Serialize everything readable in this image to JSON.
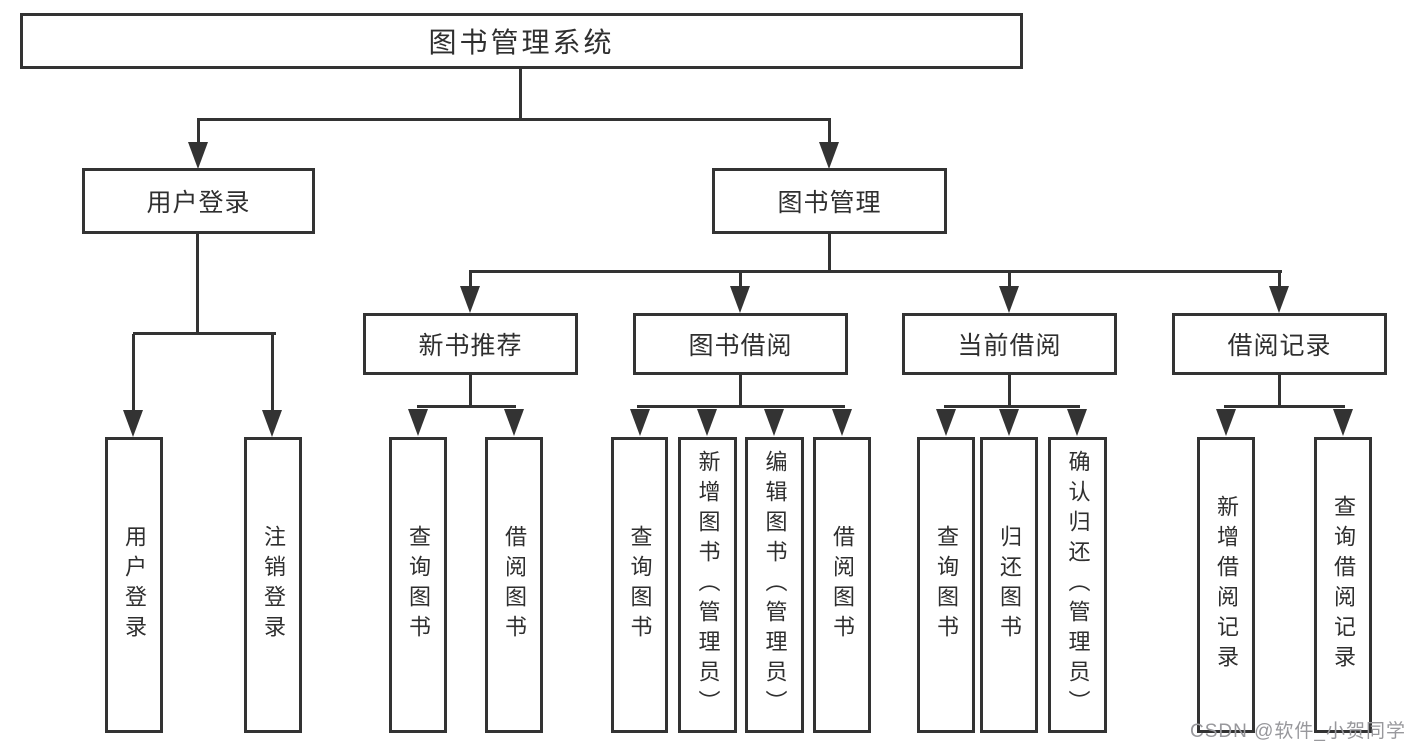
{
  "tree": {
    "root": {
      "label": "图书管理系统"
    },
    "branches": [
      {
        "label": "用户登录",
        "children": [
          {
            "label": "用户登录"
          },
          {
            "label": "注销登录"
          }
        ]
      },
      {
        "label": "图书管理",
        "groups": [
          {
            "label": "新书推荐",
            "children": [
              {
                "label": "查询图书"
              },
              {
                "label": "借阅图书"
              }
            ]
          },
          {
            "label": "图书借阅",
            "children": [
              {
                "label": "查询图书"
              },
              {
                "label": "新增图书（管理员）"
              },
              {
                "label": "编辑图书（管理员）"
              },
              {
                "label": "借阅图书"
              }
            ]
          },
          {
            "label": "当前借阅",
            "children": [
              {
                "label": "查询图书"
              },
              {
                "label": "归还图书"
              },
              {
                "label": "确认归还（管理员）"
              }
            ]
          },
          {
            "label": "借阅记录",
            "children": [
              {
                "label": "新增借阅记录"
              },
              {
                "label": "查询借阅记录"
              }
            ]
          }
        ]
      }
    ]
  },
  "watermark": {
    "text": "CSDN @软件_小贺同学"
  },
  "colors": {
    "line": "#333333",
    "box_fill": "#ffffff",
    "text": "#2f2f2f",
    "background": "#ffffff",
    "watermark": "#98989c"
  }
}
